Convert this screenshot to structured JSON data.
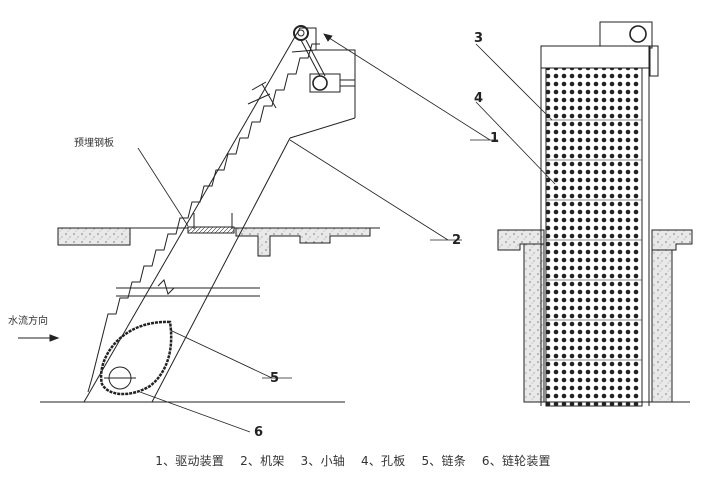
{
  "labels": {
    "embedded_plate": "预埋钢板",
    "flow_direction": "水流方向",
    "n1": "1",
    "n2": "2",
    "n3": "3",
    "n4": "4",
    "n5": "5",
    "n6": "6"
  },
  "caption": {
    "items": [
      "1、驱动装置",
      "2、机架",
      "3、小轴",
      "4、孔板",
      "5、链条",
      "6、链轮装置"
    ]
  }
}
